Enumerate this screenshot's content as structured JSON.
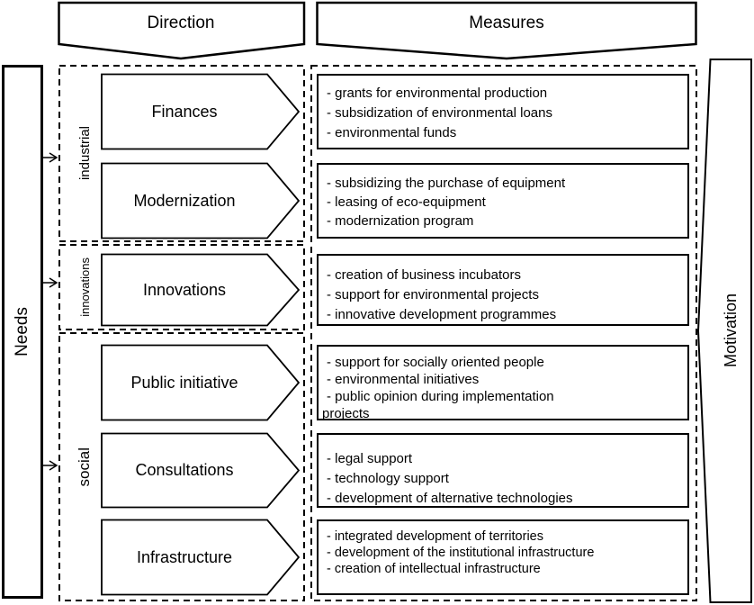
{
  "header": {
    "direction_label": "Direction",
    "measures_label": "Measures"
  },
  "sides": {
    "needs_label": "Needs",
    "motivation_label": "Motivation"
  },
  "groups": [
    {
      "label": "industrial"
    },
    {
      "label": "innovations"
    },
    {
      "label": "social"
    }
  ],
  "rows": [
    {
      "direction": "Finances",
      "measures": [
        "- grants for environmental production",
        "- subsidization of environmental loans",
        "- environmental funds"
      ]
    },
    {
      "direction": "Modernization",
      "measures": [
        "- subsidizing the purchase of equipment",
        "- leasing of eco-equipment",
        "- modernization program"
      ]
    },
    {
      "direction": "Innovations",
      "measures": [
        "- creation of business incubators",
        "- support for environmental projects",
        "- innovative development programmes"
      ]
    },
    {
      "direction": "Public initiative",
      "measures": [
        "- support for socially oriented people",
        "- environmental initiatives",
        "- public opinion during implementation",
        "projects"
      ]
    },
    {
      "direction": "Consultations",
      "measures": [
        "- legal support",
        "- technology support",
        "- development of alternative technologies"
      ]
    },
    {
      "direction": "Infrastructure",
      "measures": [
        "- integrated development of territories",
        "- development of the institutional infrastructure",
        "- creation of intellectual infrastructure"
      ]
    }
  ],
  "colors": {
    "line": "#000000",
    "background": "#ffffff"
  }
}
